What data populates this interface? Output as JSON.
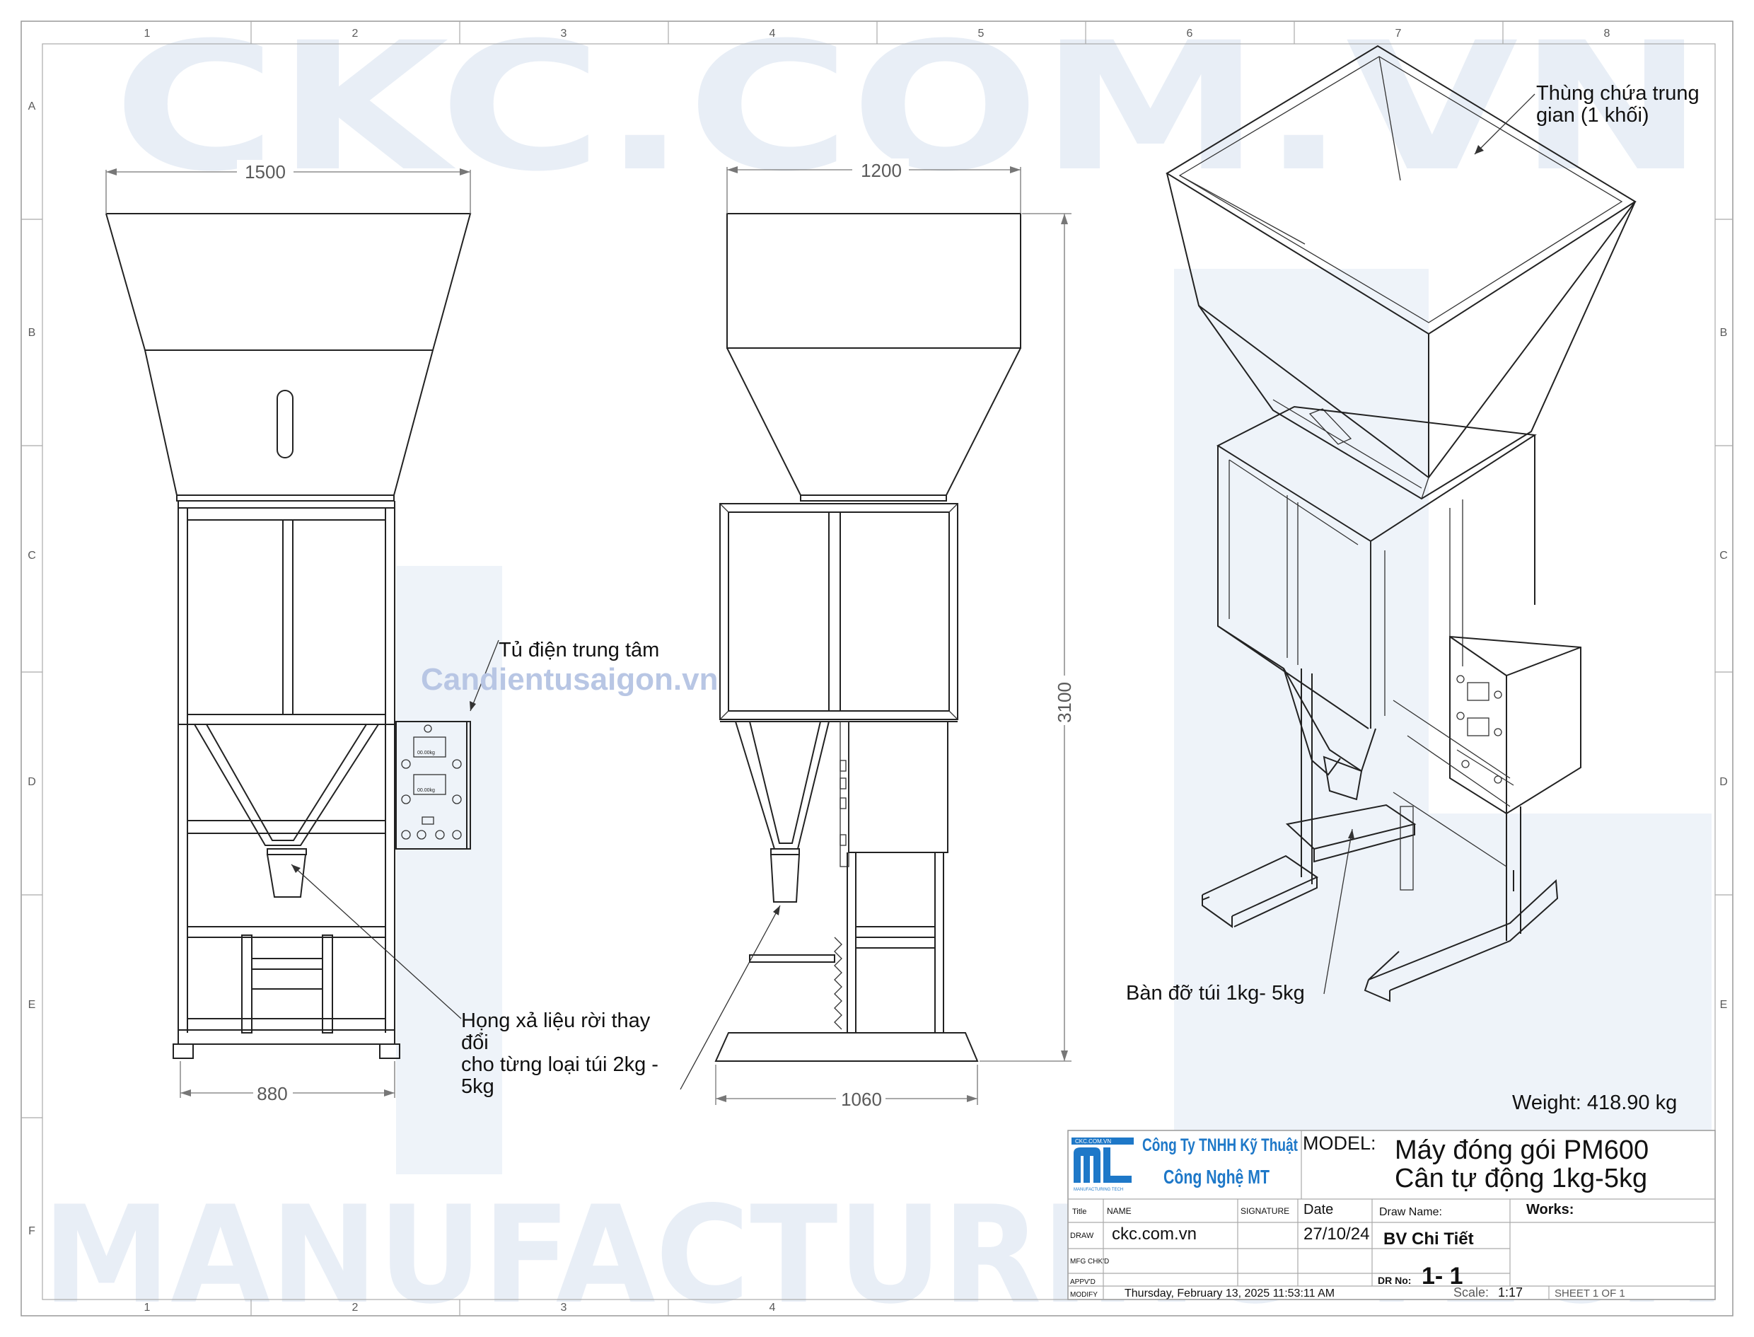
{
  "watermark": {
    "top": "CKC.COM.VN",
    "bottom": "MANUFACTURING TECH",
    "site": "Candientusaigon.vn"
  },
  "frame": {
    "columns": [
      "1",
      "2",
      "3",
      "4",
      "5",
      "6",
      "7",
      "8"
    ],
    "rows": [
      "A",
      "B",
      "C",
      "D",
      "E",
      "F"
    ]
  },
  "dimensions": {
    "front_top_width": "1500",
    "front_base_width": "880",
    "side_top_width": "1200",
    "side_base_width": "1060",
    "height": "3100"
  },
  "callouts": {
    "hopper": "Thùng chứa trung gian (1 khối)",
    "hopper_l1": "Thùng chứa trung",
    "hopper_l2": "gian (1 khối)",
    "panel": "Tủ điện trung tâm",
    "chute_l1": "Họng xả liệu rời  thay",
    "chute_l2": "đổi",
    "chute_l3": "cho từng loại túi 2kg -",
    "chute_l4": "5kg",
    "table": "Bàn đỡ túi 1kg- 5kg",
    "display": "00.00kg"
  },
  "weight": "Weight: 418.90 kg",
  "title_block": {
    "company_l1": "Công Ty TNHH Kỹ Thuật",
    "company_l2": "Công Nghệ MT",
    "logo_top": "CKC.COM.VN",
    "logo_bottom": "MANUFACTURING TECH",
    "model_label": "MODEL:",
    "model_l1": "Máy đóng gói PM600",
    "model_l2": "Cân tự động 1kg-5kg",
    "col_title": "Title",
    "col_name": "NAME",
    "col_signature": "SIGNATURE",
    "col_date": "Date",
    "draw_name_label": "Draw Name:",
    "works_label": "Works:",
    "row_draw": "DRAW",
    "draw_name_value": "ckc.com.vn",
    "draw_date": "27/10/24",
    "drawing_name": "BV Chi Tiết",
    "row_mfg": "MFG CHK'D",
    "row_appvd": "APPV'D",
    "row_modify": "MODIFY",
    "dr_no_label": "DR No:",
    "dr_no": "1- 1",
    "modify_date": "Thursday, February 13, 2025 11:53:11 AM",
    "scale_label": "Scale:",
    "scale": "1:17",
    "sheet": "SHEET 1 OF 1"
  }
}
